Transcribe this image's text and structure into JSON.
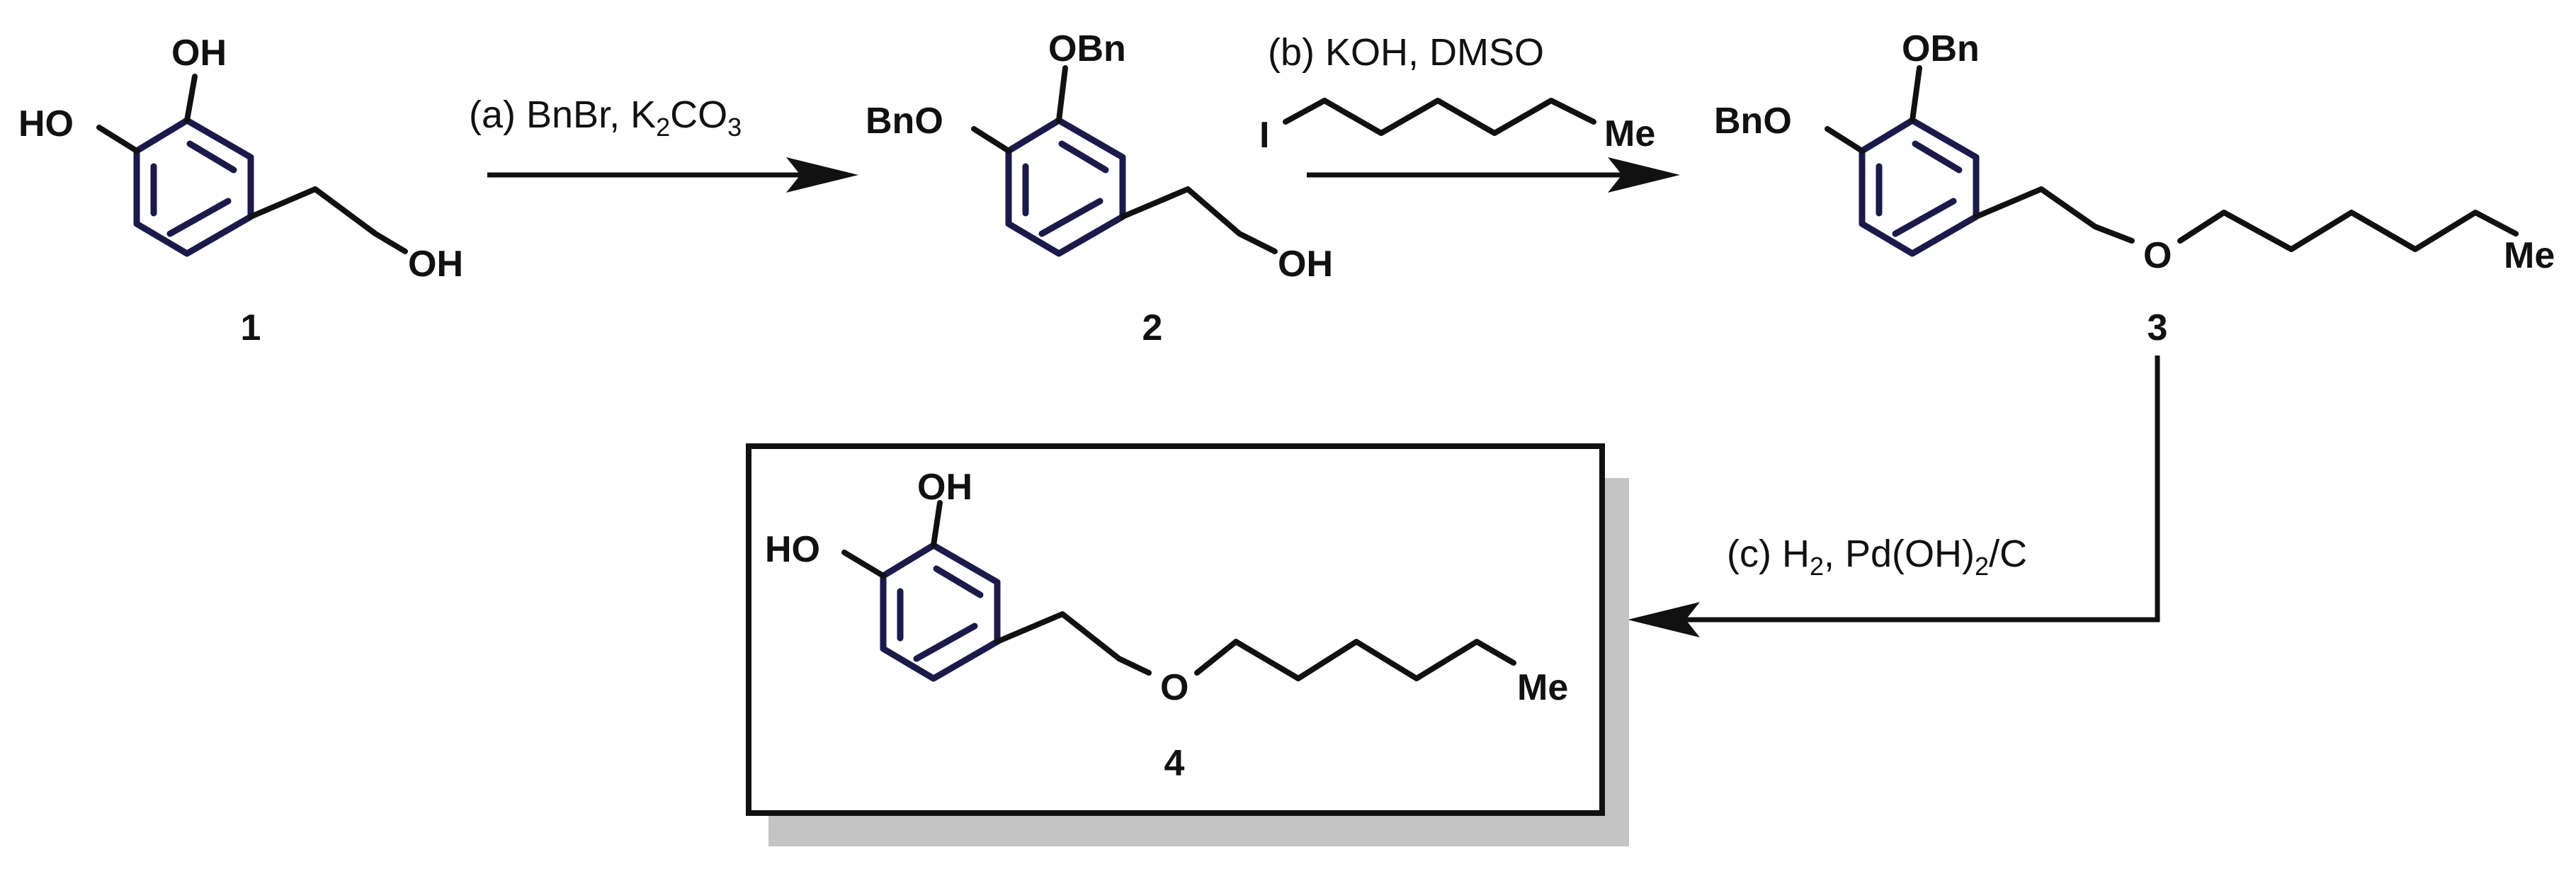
{
  "compounds": {
    "c1": {
      "label": "1",
      "top_group": "OH",
      "left_group": "HO",
      "chain_end": "OH"
    },
    "c2": {
      "label": "2",
      "top_group": "OBn",
      "left_group": "BnO",
      "chain_end": "OH"
    },
    "c3": {
      "label": "3",
      "top_group": "OBn",
      "left_group": "BnO",
      "ether_o": "O",
      "chain_end": "Me"
    },
    "c4": {
      "label": "4",
      "top_group": "OH",
      "left_group": "HO",
      "ether_o": "O",
      "chain_end": "Me"
    }
  },
  "steps": {
    "a": {
      "text": "(a) BnBr, K",
      "sub": "2",
      "text2": "CO",
      "sub2": "3"
    },
    "b": {
      "text": "(b) KOH, DMSO",
      "reagent_iodide": "I",
      "reagent_end": "Me"
    },
    "c": {
      "text": "(c) H",
      "sub": "2",
      "text2": ", Pd(OH)",
      "sub2": "2",
      "text3": "/C"
    }
  }
}
